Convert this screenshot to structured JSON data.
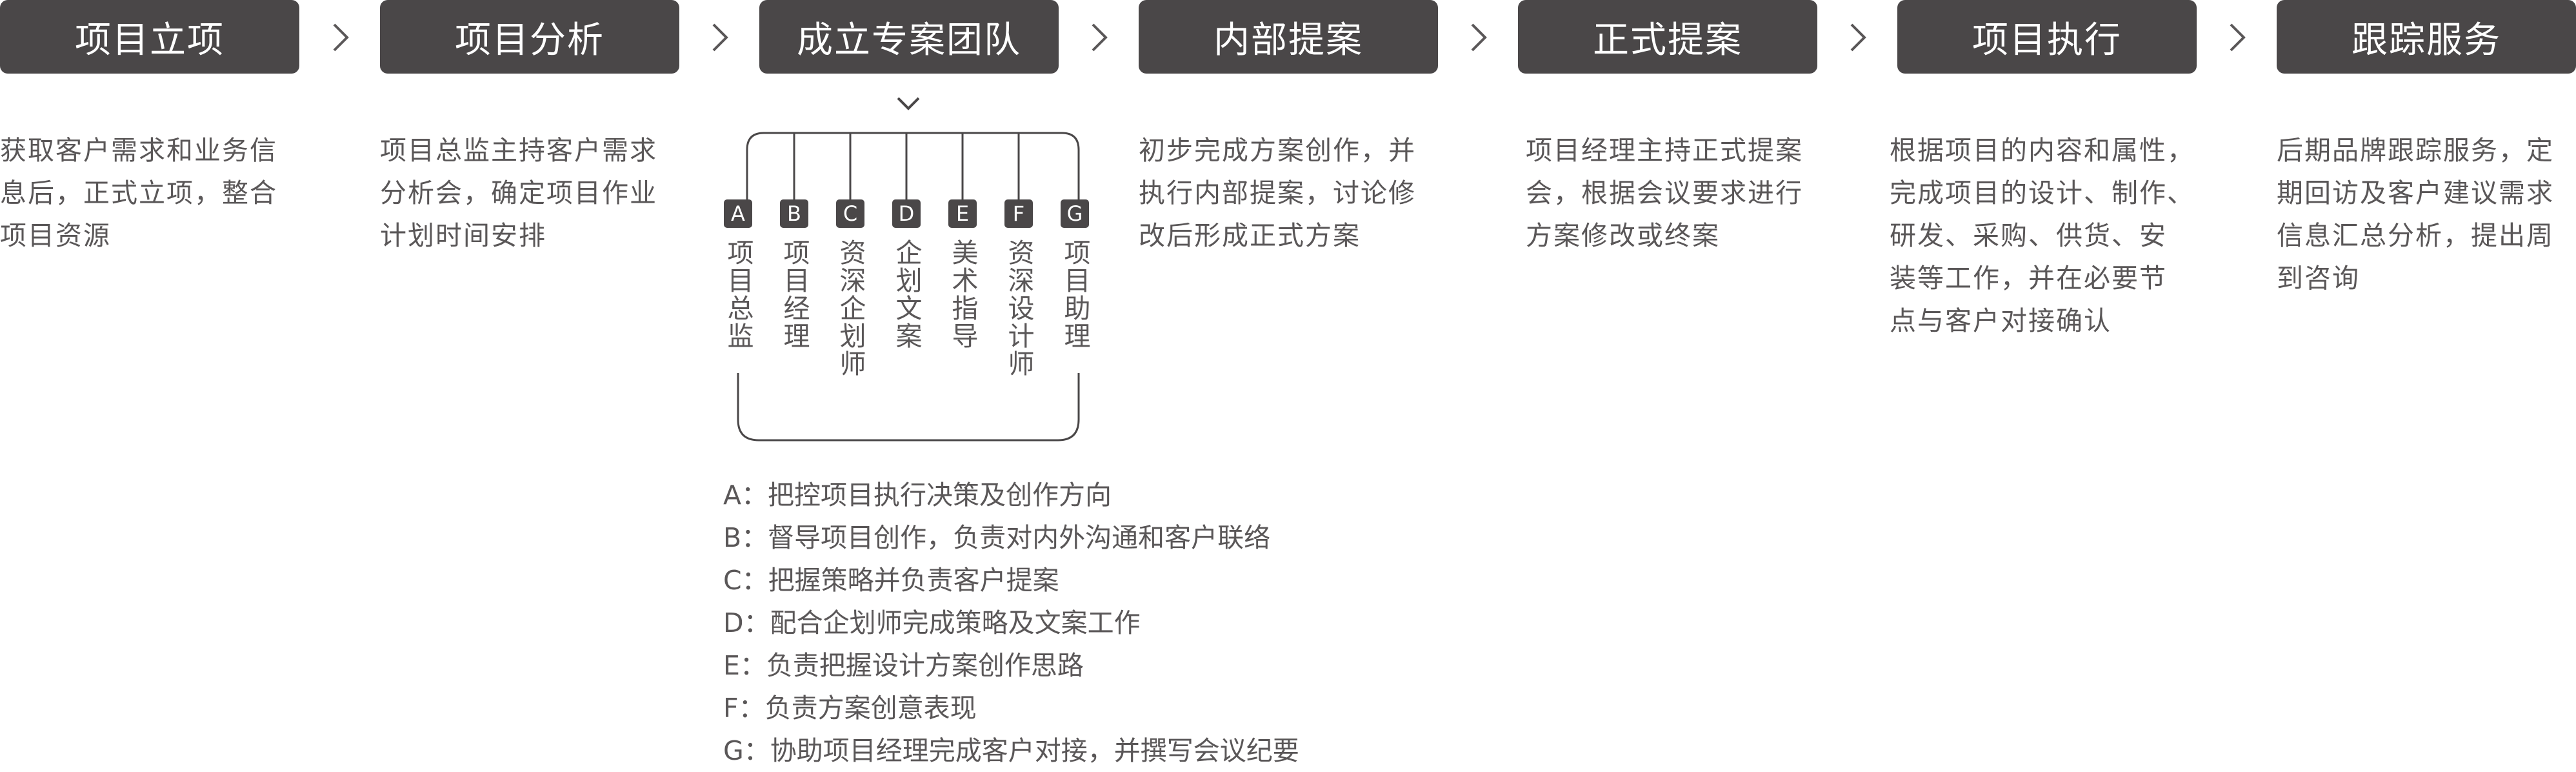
{
  "steps": [
    {
      "label": "项目立项",
      "desc": "获取客户需求和业务信\n息后，正式立项，整合\n项目资源"
    },
    {
      "label": "项目分析",
      "desc": "项目总监主持客户需求\n分析会，确定项目作业\n计划时间安排"
    },
    {
      "label": "成立专案团队",
      "desc": ""
    },
    {
      "label": "内部提案",
      "desc": "初步完成方案创作，并\n执行内部提案，讨论修\n改后形成正式方案"
    },
    {
      "label": "正式提案",
      "desc": "项目经理主持正式提案\n会，根据会议要求进行\n方案修改或终案"
    },
    {
      "label": "项目执行",
      "desc": "根据项目的内容和属性，\n完成项目的设计、制作、\n研发、采购、供货、安\n装等工作，并在必要节\n点与客户对接确认"
    },
    {
      "label": "跟踪服务",
      "desc": "后期品牌跟踪服务，定\n期回访及客户建议需求\n信息汇总分析，提出周\n到咨询"
    }
  ],
  "team": {
    "members": [
      {
        "letter": "A",
        "role": "项目总监"
      },
      {
        "letter": "B",
        "role": "项目经理"
      },
      {
        "letter": "C",
        "role": "资深企划师"
      },
      {
        "letter": "D",
        "role": "企划文案"
      },
      {
        "letter": "E",
        "role": "美术指导"
      },
      {
        "letter": "F",
        "role": "资深设计师"
      },
      {
        "letter": "G",
        "role": "项目助理"
      }
    ],
    "duties": [
      "A：把控项目执行决策及创作方向",
      "B：督导项目创作，负责对内外沟通和客户联络",
      "C：把握策略并负责客户提案",
      "D：配合企划师完成策略及文案工作",
      "E：负责把握设计方案创作思路",
      "F：负责方案创意表现",
      "G：协助项目经理完成客户对接，并撰写会议纪要"
    ]
  },
  "colors": {
    "box": "#4a4748",
    "text": "#5a5758",
    "line": "#4a4748"
  },
  "icons": {
    "step_arrow": "chevron-right-icon",
    "expand": "chevron-down-icon"
  }
}
